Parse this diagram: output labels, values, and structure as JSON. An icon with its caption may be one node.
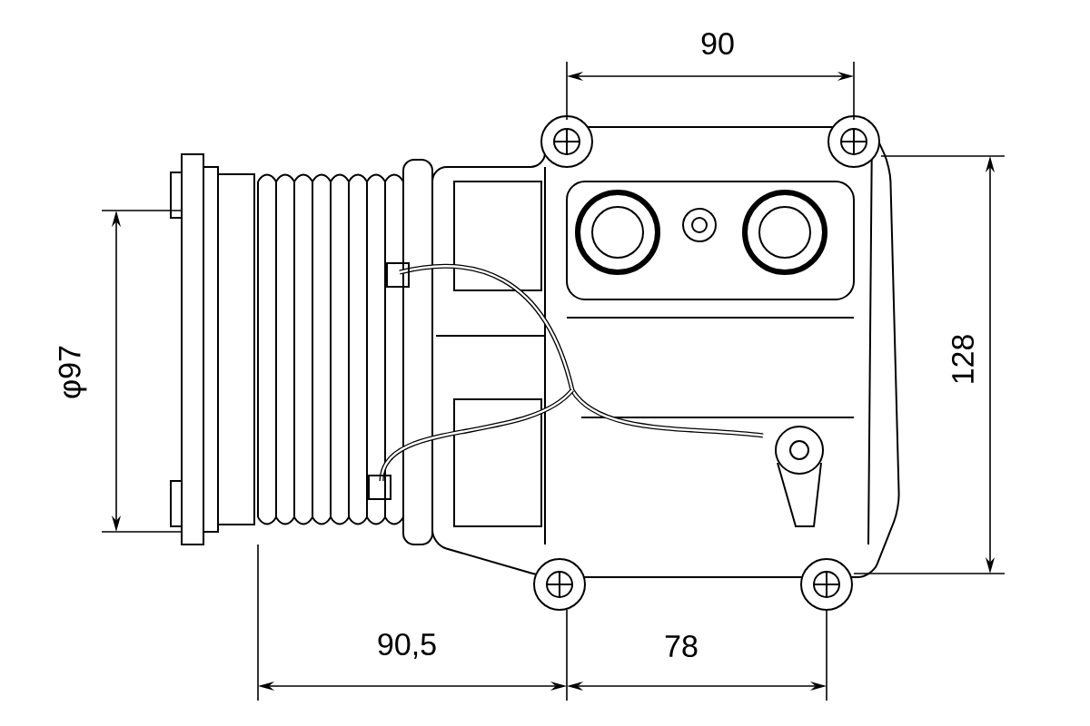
{
  "diagram": {
    "labels": [
      "90",
      "φ97",
      "128",
      "90,5",
      "78"
    ]
  }
}
